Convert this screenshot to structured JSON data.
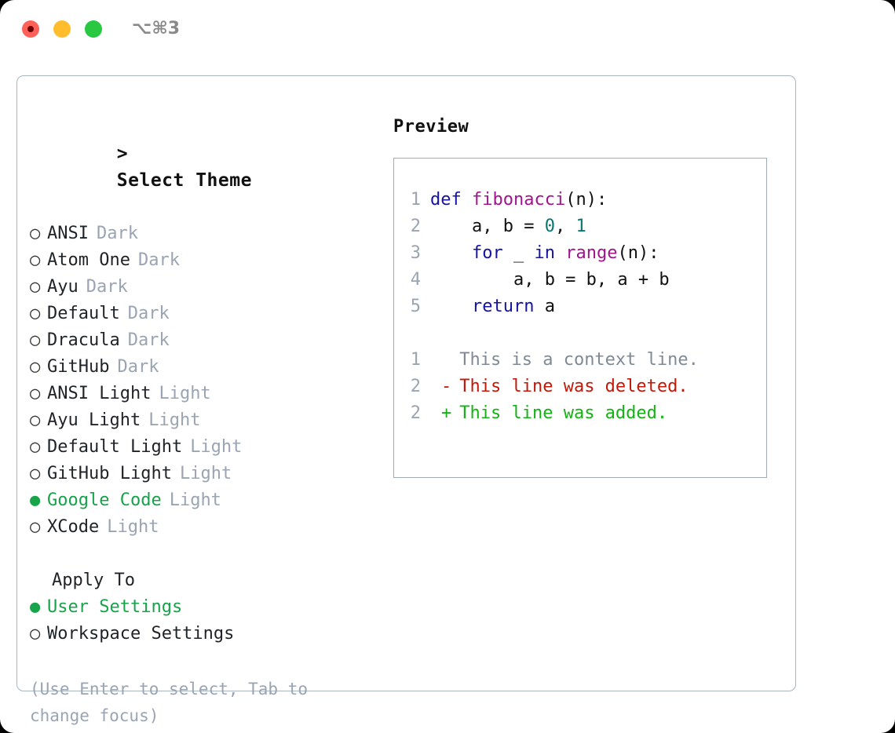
{
  "window": {
    "shortcut": "⌥⌘3",
    "traffic_lights": [
      "close",
      "minimize",
      "maximize"
    ],
    "colors": {
      "close": "#ff6159",
      "minimize": "#ffbd2e",
      "maximize": "#28c840",
      "record_dot": "#6b0000",
      "panel_border": "#a9b4c2",
      "accent_selected": "#16a34a",
      "muted_text": "#9aa4b2"
    }
  },
  "theme_picker": {
    "prompt_marker": ">",
    "title": "Select Theme",
    "options": [
      {
        "marker": "○",
        "name": "ANSI",
        "variant": "Dark",
        "selected": false
      },
      {
        "marker": "○",
        "name": "Atom One",
        "variant": "Dark",
        "selected": false
      },
      {
        "marker": "○",
        "name": "Ayu",
        "variant": "Dark",
        "selected": false
      },
      {
        "marker": "○",
        "name": "Default",
        "variant": "Dark",
        "selected": false
      },
      {
        "marker": "○",
        "name": "Dracula",
        "variant": "Dark",
        "selected": false
      },
      {
        "marker": "○",
        "name": "GitHub",
        "variant": "Dark",
        "selected": false
      },
      {
        "marker": "○",
        "name": "ANSI Light",
        "variant": "Light",
        "selected": false
      },
      {
        "marker": "○",
        "name": "Ayu Light",
        "variant": "Light",
        "selected": false
      },
      {
        "marker": "○",
        "name": "Default Light",
        "variant": "Light",
        "selected": false
      },
      {
        "marker": "○",
        "name": "GitHub Light",
        "variant": "Light",
        "selected": false
      },
      {
        "marker": "●",
        "name": "Google Code",
        "variant": "Light",
        "selected": true
      },
      {
        "marker": "○",
        "name": "XCode",
        "variant": "Light",
        "selected": false
      }
    ]
  },
  "apply_to": {
    "title": "Apply To",
    "options": [
      {
        "marker": "●",
        "name": "User Settings",
        "selected": true
      },
      {
        "marker": "○",
        "name": "Workspace Settings",
        "selected": false
      }
    ]
  },
  "hint": "(Use Enter to select, Tab to change focus)",
  "preview": {
    "title": "Preview",
    "code_lines": [
      {
        "lineno": "1",
        "tokens": [
          {
            "text": "def ",
            "kind": "kw"
          },
          {
            "text": "fibonacci",
            "kind": "fn"
          },
          {
            "text": "(n):",
            "kind": "pln"
          }
        ]
      },
      {
        "lineno": "2",
        "tokens": [
          {
            "text": "    a, b = ",
            "kind": "pln"
          },
          {
            "text": "0",
            "kind": "num"
          },
          {
            "text": ", ",
            "kind": "pln"
          },
          {
            "text": "1",
            "kind": "num"
          }
        ]
      },
      {
        "lineno": "3",
        "tokens": [
          {
            "text": "    ",
            "kind": "pln"
          },
          {
            "text": "for",
            "kind": "kw"
          },
          {
            "text": " _ ",
            "kind": "pln"
          },
          {
            "text": "in",
            "kind": "kw"
          },
          {
            "text": " ",
            "kind": "pln"
          },
          {
            "text": "range",
            "kind": "fn"
          },
          {
            "text": "(n):",
            "kind": "pln"
          }
        ]
      },
      {
        "lineno": "4",
        "tokens": [
          {
            "text": "        a, b = b, a + b",
            "kind": "pln"
          }
        ]
      },
      {
        "lineno": "5",
        "tokens": [
          {
            "text": "    ",
            "kind": "pln"
          },
          {
            "text": "return",
            "kind": "kw"
          },
          {
            "text": " a",
            "kind": "pln"
          }
        ]
      }
    ],
    "diff_lines": [
      {
        "lineno": "1",
        "sign": " ",
        "text": "This is a context line.",
        "kind": "ctx"
      },
      {
        "lineno": "2",
        "sign": "-",
        "text": "This line was deleted.",
        "kind": "del"
      },
      {
        "lineno": "2",
        "sign": "+",
        "text": "This line was added.",
        "kind": "add"
      }
    ]
  }
}
